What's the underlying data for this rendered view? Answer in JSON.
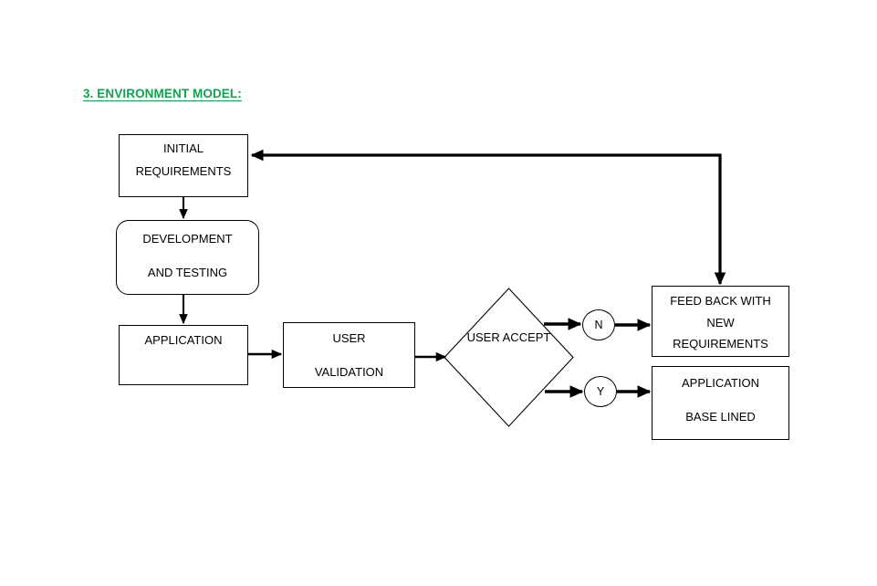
{
  "page": {
    "title": "3. ENVIRONMENT MODEL:",
    "title_color": "#12a150",
    "background": "#ffffff",
    "stroke_color": "#000000"
  },
  "diagram": {
    "type": "flowchart",
    "nodes": [
      {
        "id": "initial-requirements",
        "shape": "rectangle",
        "lines": [
          "INITIAL",
          "REQUIREMENTS"
        ]
      },
      {
        "id": "development-testing",
        "shape": "rounded-rectangle",
        "lines": [
          "DEVELOPMENT",
          "AND TESTING"
        ]
      },
      {
        "id": "application",
        "shape": "rectangle",
        "lines": [
          "APPLICATION"
        ]
      },
      {
        "id": "user-validation",
        "shape": "rectangle",
        "lines": [
          "USER",
          "VALIDATION"
        ]
      },
      {
        "id": "user-accept",
        "shape": "diamond",
        "lines": [
          "USER",
          "ACCEPT"
        ]
      },
      {
        "id": "feedback",
        "shape": "rectangle",
        "lines": [
          "FEED BACK WITH",
          "NEW",
          "REQUIREMENTS"
        ]
      },
      {
        "id": "baselined",
        "shape": "rectangle",
        "lines": [
          "APPLICATION",
          "BASE LINED"
        ]
      }
    ],
    "branches": [
      {
        "id": "n",
        "label": "N",
        "shape": "ellipse"
      },
      {
        "id": "y",
        "label": "Y",
        "shape": "ellipse"
      }
    ],
    "edges": [
      {
        "from": "initial-requirements",
        "to": "development-testing"
      },
      {
        "from": "development-testing",
        "to": "application"
      },
      {
        "from": "application",
        "to": "user-validation"
      },
      {
        "from": "user-validation",
        "to": "user-accept"
      },
      {
        "from": "user-accept",
        "to": "n"
      },
      {
        "from": "n",
        "to": "feedback"
      },
      {
        "from": "user-accept",
        "to": "y"
      },
      {
        "from": "y",
        "to": "baselined"
      },
      {
        "from": "feedback",
        "to": "initial-requirements"
      }
    ]
  }
}
